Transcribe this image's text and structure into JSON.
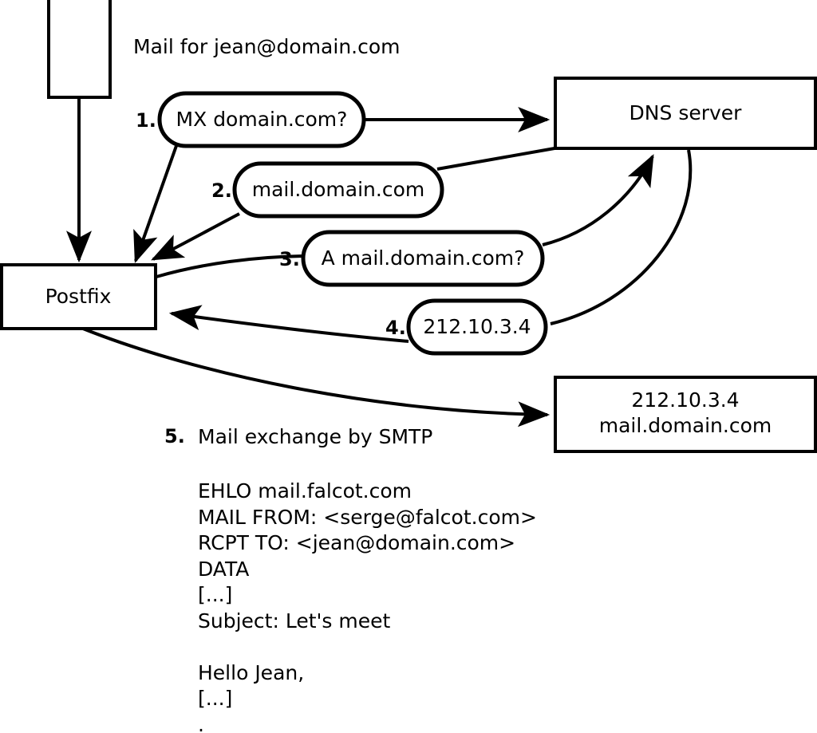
{
  "diagram": {
    "title_note": "Mail for jean@domain.com",
    "nodes": {
      "client": {
        "label": ""
      },
      "postfix": {
        "label": "Postfix"
      },
      "dns_server": {
        "label": "DNS server"
      },
      "mail_server": {
        "line1": "212.10.3.4",
        "line2": "mail.domain.com"
      }
    },
    "steps": [
      {
        "num": "1.",
        "label": "MX domain.com?"
      },
      {
        "num": "2.",
        "label": "mail.domain.com"
      },
      {
        "num": "3.",
        "label": "A mail.domain.com?"
      },
      {
        "num": "4.",
        "label": "212.10.3.4"
      },
      {
        "num": "5.",
        "label": "Mail exchange by SMTP"
      }
    ],
    "smtp_transcript": [
      "EHLO mail.falcot.com",
      "MAIL FROM: <serge@falcot.com>",
      "RCPT TO: <jean@domain.com>",
      "DATA",
      "[...]",
      "Subject: Let's meet",
      "",
      "Hello Jean,",
      "[...]",
      ".",
      ""
    ],
    "colors": {
      "stroke": "#000000",
      "fill": "#ffffff",
      "text": "#000000"
    }
  }
}
